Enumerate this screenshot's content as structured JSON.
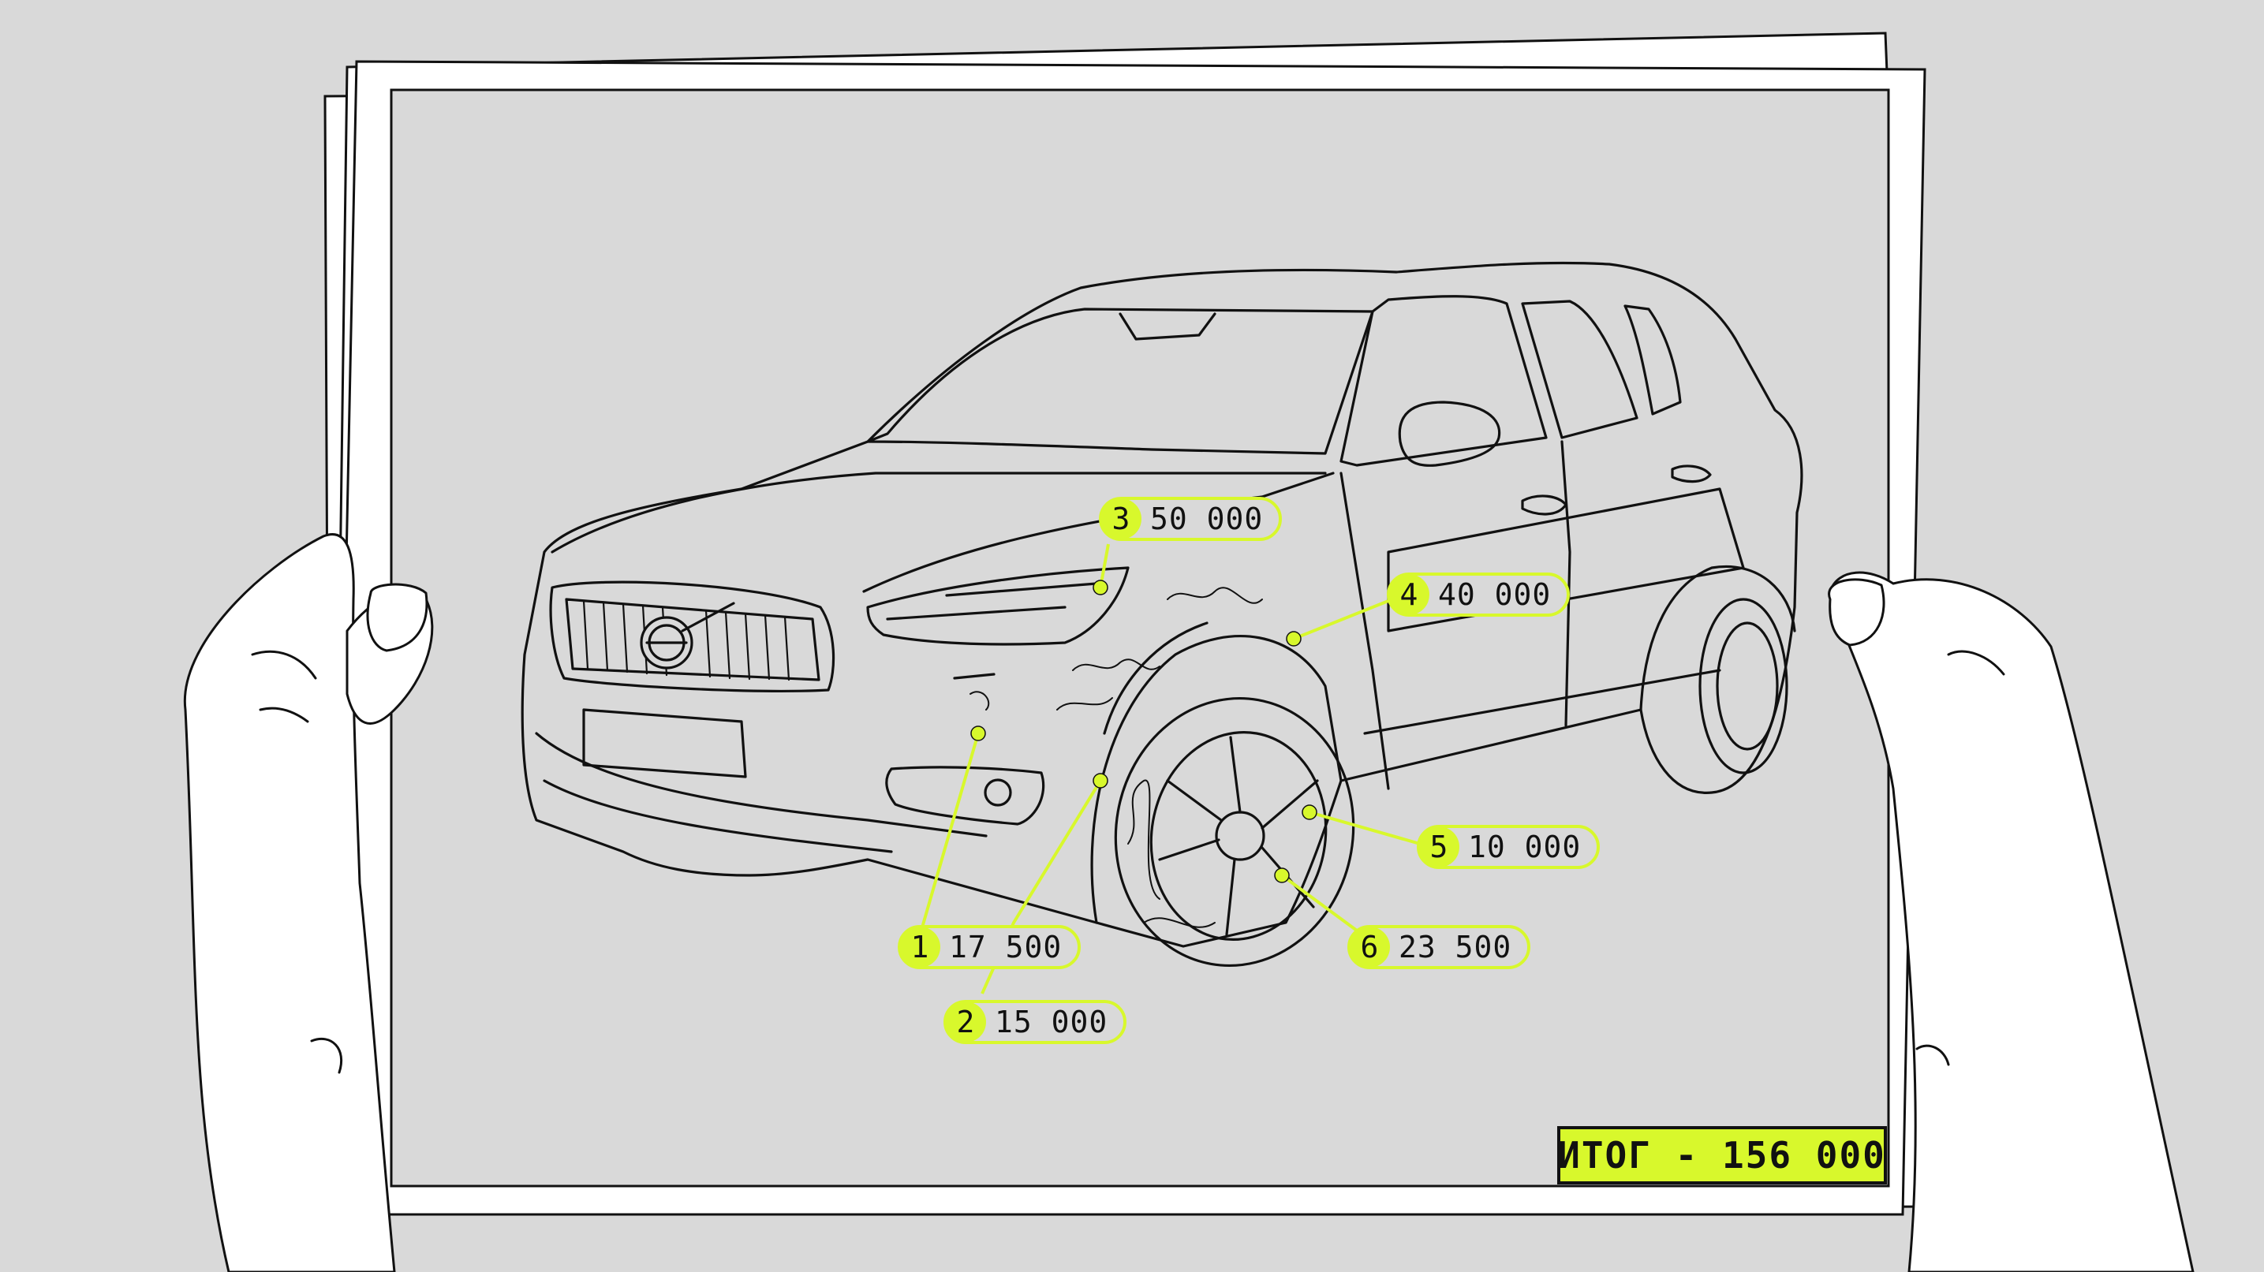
{
  "accent_color": "#d8f82c",
  "line_color": "#111111",
  "callouts": [
    {
      "number": "1",
      "value": "17 500"
    },
    {
      "number": "2",
      "value": "15 000"
    },
    {
      "number": "3",
      "value": "50 000"
    },
    {
      "number": "4",
      "value": "40 000"
    },
    {
      "number": "5",
      "value": "10 000"
    },
    {
      "number": "6",
      "value": "23 500"
    }
  ],
  "total": {
    "label": "ИТОГ - 156 000"
  },
  "icons": [
    "hands-holding-paper",
    "car-sketch-icon"
  ]
}
